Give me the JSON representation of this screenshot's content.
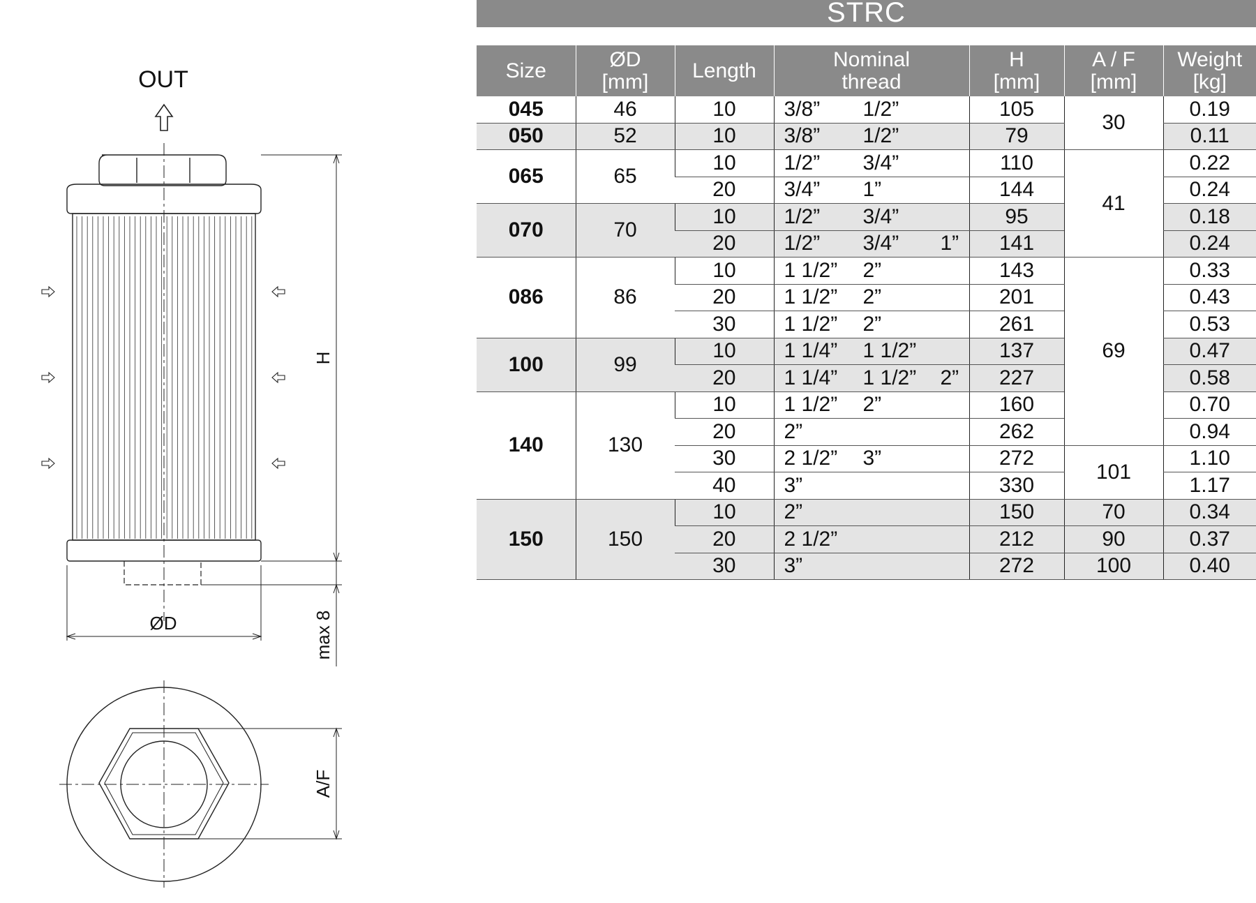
{
  "title": "STRC",
  "drawing": {
    "out_label": "OUT",
    "h_label": "H",
    "od_label": "ØD",
    "max_label": "max 8",
    "af_label": "A/F"
  },
  "table": {
    "headers": [
      {
        "top": "Size",
        "bottom": ""
      },
      {
        "top": "ØD",
        "bottom": "[mm]"
      },
      {
        "top": "Length",
        "bottom": ""
      },
      {
        "top": "Nominal",
        "bottom": "thread"
      },
      {
        "top": "H",
        "bottom": "[mm]"
      },
      {
        "top": "A / F",
        "bottom": "[mm]"
      },
      {
        "top": "Weight",
        "bottom": "[kg]"
      }
    ],
    "rows": [
      {
        "size": "045",
        "od": "46",
        "length": "10",
        "thread": [
          "3/8”",
          "1/2”",
          ""
        ],
        "h": "105",
        "af": "30",
        "weight": "0.19"
      },
      {
        "size": "050",
        "od": "52",
        "length": "10",
        "thread": [
          "3/8”",
          "1/2”",
          ""
        ],
        "h": "79",
        "af": "30",
        "weight": "0.11"
      },
      {
        "size": "065",
        "od": "65",
        "length": "10",
        "thread": [
          "1/2”",
          "3/4”",
          ""
        ],
        "h": "110",
        "af": "41",
        "weight": "0.22"
      },
      {
        "size": "065",
        "od": "65",
        "length": "20",
        "thread": [
          "3/4”",
          "1”",
          ""
        ],
        "h": "144",
        "af": "41",
        "weight": "0.24"
      },
      {
        "size": "070",
        "od": "70",
        "length": "10",
        "thread": [
          "1/2”",
          "3/4”",
          ""
        ],
        "h": "95",
        "af": "41",
        "weight": "0.18"
      },
      {
        "size": "070",
        "od": "70",
        "length": "20",
        "thread": [
          "1/2”",
          "3/4”",
          "1”"
        ],
        "h": "141",
        "af": "41",
        "weight": "0.24"
      },
      {
        "size": "086",
        "od": "86",
        "length": "10",
        "thread": [
          "1 1/2”",
          "2”",
          ""
        ],
        "h": "143",
        "af": "69",
        "weight": "0.33"
      },
      {
        "size": "086",
        "od": "86",
        "length": "20",
        "thread": [
          "1 1/2”",
          "2”",
          ""
        ],
        "h": "201",
        "af": "69",
        "weight": "0.43"
      },
      {
        "size": "086",
        "od": "86",
        "length": "30",
        "thread": [
          "1 1/2”",
          "2”",
          ""
        ],
        "h": "261",
        "af": "69",
        "weight": "0.53"
      },
      {
        "size": "100",
        "od": "99",
        "length": "10",
        "thread": [
          "1 1/4”",
          "1 1/2”",
          ""
        ],
        "h": "137",
        "af": "69",
        "weight": "0.47"
      },
      {
        "size": "100",
        "od": "99",
        "length": "20",
        "thread": [
          "1 1/4”",
          "1 1/2”",
          "2”"
        ],
        "h": "227",
        "af": "69",
        "weight": "0.58"
      },
      {
        "size": "140",
        "od": "130",
        "length": "10",
        "thread": [
          "1 1/2”",
          "2”",
          ""
        ],
        "h": "160",
        "af": "69",
        "weight": "0.70"
      },
      {
        "size": "140",
        "od": "130",
        "length": "20",
        "thread": [
          "2”",
          "",
          ""
        ],
        "h": "262",
        "af": "69",
        "weight": "0.94"
      },
      {
        "size": "140",
        "od": "130",
        "length": "30",
        "thread": [
          "2 1/2”",
          "3”",
          ""
        ],
        "h": "272",
        "af": "101",
        "weight": "1.10"
      },
      {
        "size": "140",
        "od": "130",
        "length": "40",
        "thread": [
          "3”",
          "",
          ""
        ],
        "h": "330",
        "af": "101",
        "weight": "1.17"
      },
      {
        "size": "150",
        "od": "150",
        "length": "10",
        "thread": [
          "2”",
          "",
          ""
        ],
        "h": "150",
        "af": "70",
        "weight": "0.34"
      },
      {
        "size": "150",
        "od": "150",
        "length": "20",
        "thread": [
          "2 1/2”",
          "",
          ""
        ],
        "h": "212",
        "af": "90",
        "weight": "0.37"
      },
      {
        "size": "150",
        "od": "150",
        "length": "30",
        "thread": [
          "3”",
          "",
          ""
        ],
        "h": "272",
        "af": "100",
        "weight": "0.40"
      }
    ]
  }
}
